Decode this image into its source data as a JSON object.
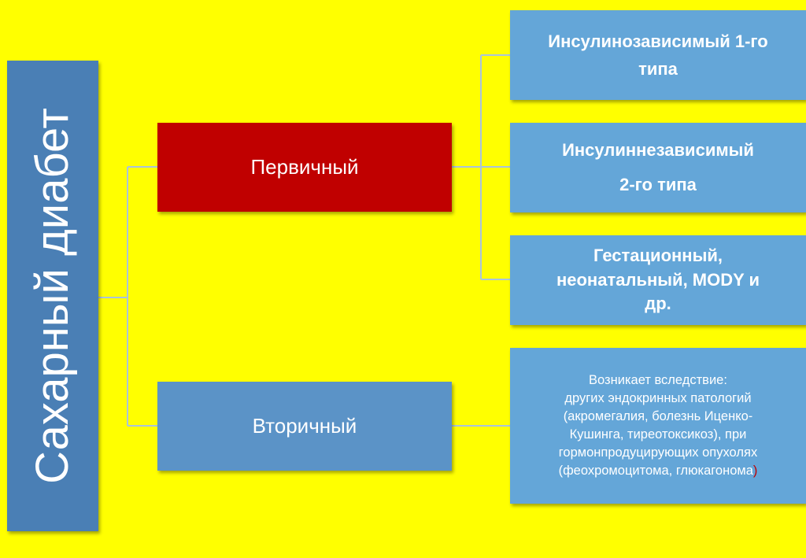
{
  "colors": {
    "background": "#ffff00",
    "root": "#4a7fb5",
    "primary": "#c00000",
    "secondary": "#5b93c7",
    "leaf": "#64a6d8",
    "connector": "#a9c4dc"
  },
  "root": {
    "label": "Сахарный диабет"
  },
  "primary": {
    "label": "Первичный"
  },
  "secondary": {
    "label": "Вторичный"
  },
  "leaves": [
    {
      "lines": [
        "Инсулинозависимый 1-го",
        "типа"
      ]
    },
    {
      "lines": [
        "Инсулиннезависимый",
        "2-го типа"
      ]
    },
    {
      "lines": [
        "Гестационный,",
        "неонатальный, MODY и",
        "др."
      ]
    }
  ],
  "secondary_detail": {
    "lines": [
      "Возникает вследствие:",
      "других эндокринных патологий",
      "(акромегалия, болезнь Иценко-",
      "Кушинга, тиреотоксикоз), при",
      "гормонпродуцирующих опухолях",
      "(феохромоцитома, глюкагонома"
    ],
    "closing": ")"
  }
}
